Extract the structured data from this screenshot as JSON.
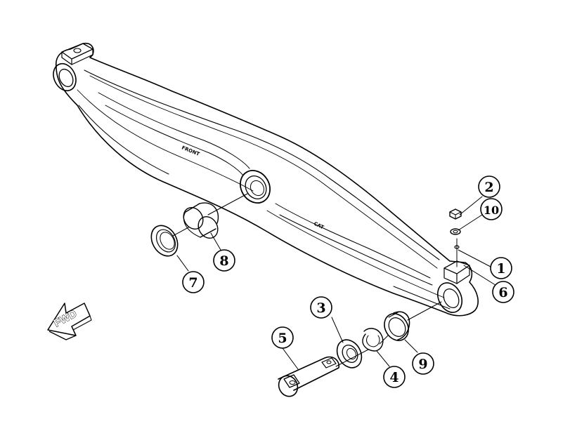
{
  "callouts": [
    {
      "id": "1",
      "label": "1"
    },
    {
      "id": "2",
      "label": "2"
    },
    {
      "id": "3",
      "label": "3"
    },
    {
      "id": "4",
      "label": "4"
    },
    {
      "id": "5",
      "label": "5"
    },
    {
      "id": "6",
      "label": "6"
    },
    {
      "id": "7",
      "label": "7"
    },
    {
      "id": "8",
      "label": "8"
    },
    {
      "id": "9",
      "label": "9"
    },
    {
      "id": "10",
      "label": "10"
    }
  ],
  "direction_arrow": {
    "label": "FWD"
  },
  "beam_markings": {
    "front": "FRONT",
    "brand": "CAT"
  },
  "colors": {
    "ink": "#000000",
    "paper": "#ffffff"
  }
}
